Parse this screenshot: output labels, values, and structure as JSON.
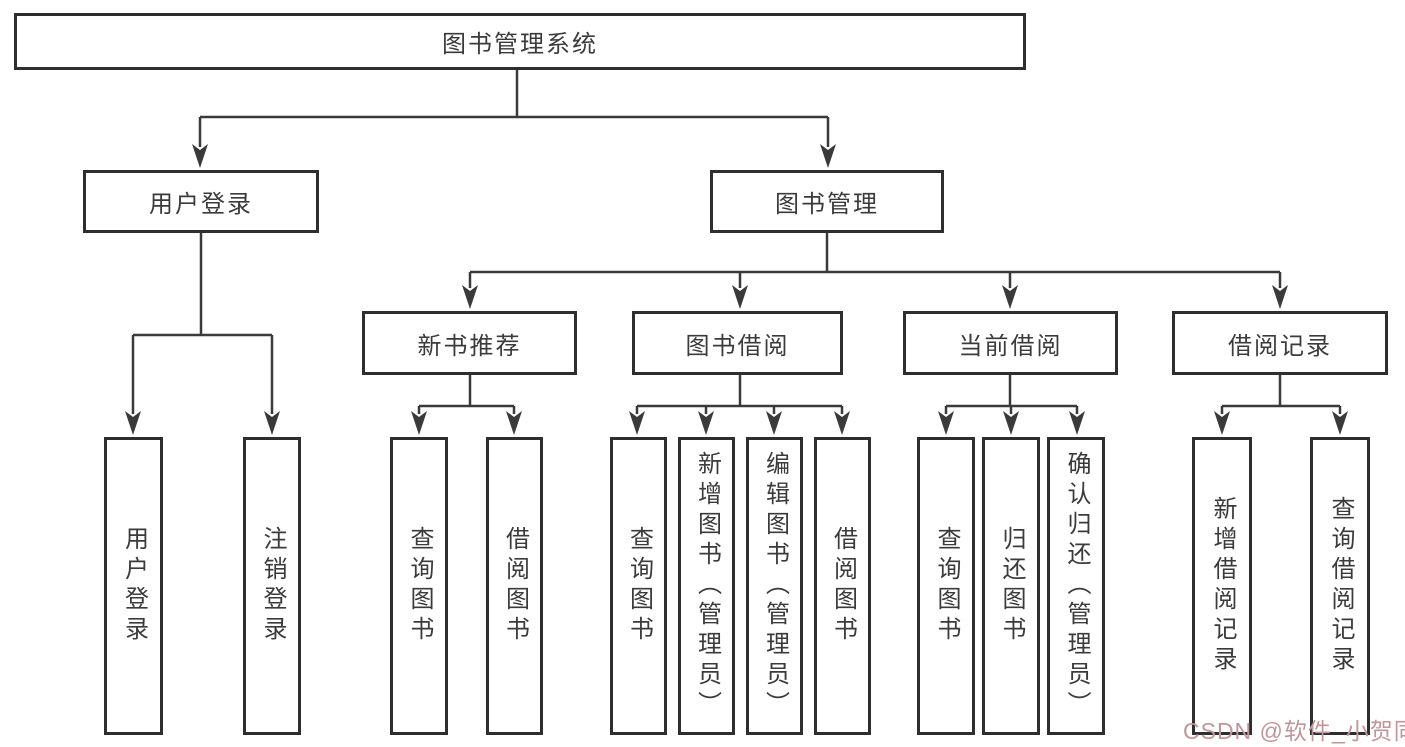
{
  "tree": {
    "root": {
      "label": "图书管理系统"
    },
    "branches": [
      {
        "label": "用户登录",
        "leaves": [
          {
            "label": "用户登录"
          },
          {
            "label": "注销登录"
          }
        ]
      },
      {
        "label": "图书管理",
        "groups": [
          {
            "label": "新书推荐",
            "leaves": [
              {
                "label": "查询图书"
              },
              {
                "label": "借阅图书"
              }
            ]
          },
          {
            "label": "图书借阅",
            "leaves": [
              {
                "label": "查询图书"
              },
              {
                "label": "新增图书（管理员）"
              },
              {
                "label": "编辑图书（管理员）"
              },
              {
                "label": "借阅图书"
              }
            ]
          },
          {
            "label": "当前借阅",
            "leaves": [
              {
                "label": "查询图书"
              },
              {
                "label": "归还图书"
              },
              {
                "label": "确认归还（管理员）"
              }
            ]
          },
          {
            "label": "借阅记录",
            "leaves": [
              {
                "label": "新增借阅记录"
              },
              {
                "label": "查询借阅记录"
              }
            ]
          }
        ]
      }
    ]
  },
  "watermark": {
    "text": "CSDN @软件_小贺同学"
  },
  "colors": {
    "line": "#3a3a3a",
    "box_border": "#2e2e2e",
    "text": "#3b3b3b",
    "background": "#ffffff",
    "watermark": "#c0969e"
  }
}
